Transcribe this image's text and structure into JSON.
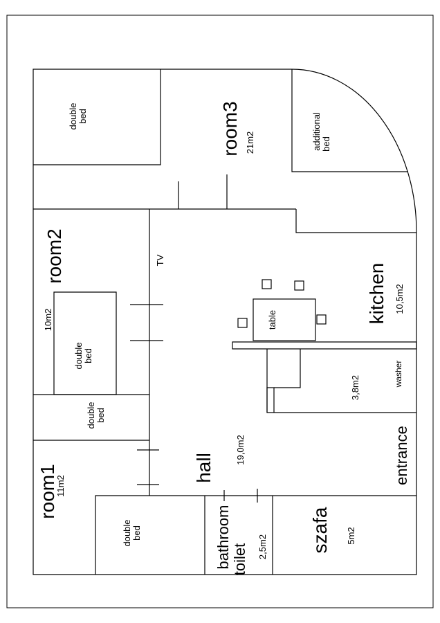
{
  "rooms": {
    "room3": {
      "name": "room3",
      "area": "21m2"
    },
    "room2": {
      "name": "room2",
      "area": "10m2"
    },
    "room1": {
      "name": "room1",
      "area": "11m2"
    },
    "kitchen": {
      "name": "kitchen",
      "area": "10,5m2"
    },
    "hall": {
      "name": "hall",
      "area": "19,0m2"
    },
    "bath": {
      "name1": "bathroom",
      "name2": "toilet",
      "area": "2,5m2"
    },
    "szafa": {
      "name": "szafa",
      "area": "5m2"
    },
    "entrance": {
      "name": "entrance"
    },
    "laundry": {
      "area": "3,8m2",
      "washer": "washer"
    }
  },
  "furniture": {
    "double": "double",
    "bed": "bed",
    "additional": "additional",
    "table": "table",
    "tv": "TV"
  }
}
